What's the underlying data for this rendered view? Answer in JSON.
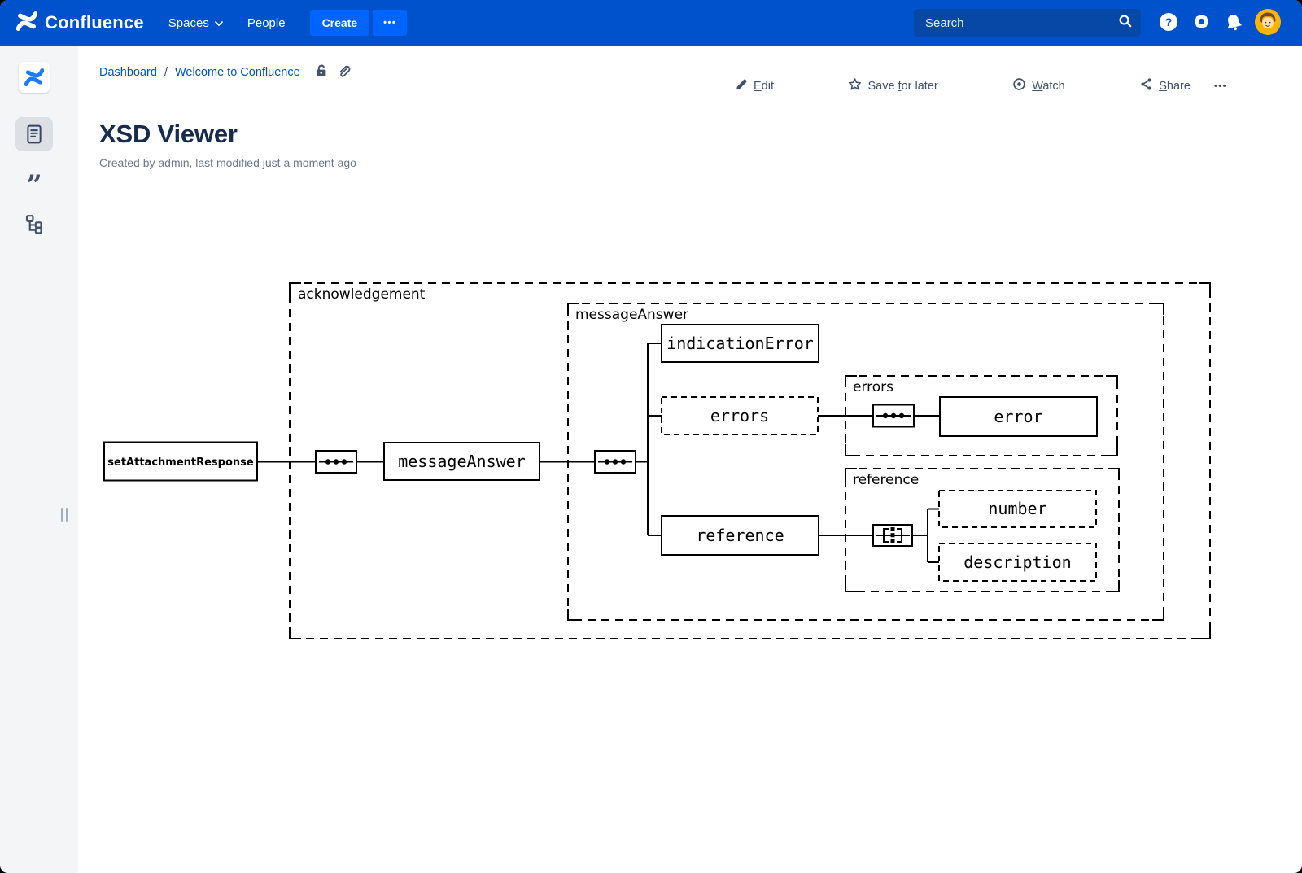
{
  "navbar": {
    "brand": "Confluence",
    "menu": [
      {
        "label": "Spaces"
      },
      {
        "label": "People"
      }
    ],
    "create_label": "Create",
    "search_placeholder": "Search"
  },
  "glyphs": {
    "more": "•••",
    "help": "?",
    "quote": "”"
  },
  "breadcrumb": {
    "items": [
      "Dashboard",
      "Welcome to Confluence"
    ],
    "separator": "/"
  },
  "page": {
    "title": "XSD Viewer",
    "byline": "Created by admin, last modified just a moment ago"
  },
  "actions": {
    "edit": {
      "pre": "",
      "key": "E",
      "post": "dit"
    },
    "save": {
      "pre": "Save ",
      "key": "f",
      "post": "or later"
    },
    "watch": {
      "pre": "",
      "key": "W",
      "post": "atch"
    },
    "share": {
      "pre": "",
      "key": "S",
      "post": "hare"
    }
  },
  "diagram": {
    "containers": [
      {
        "label": "acknowledgement"
      },
      {
        "label": "messageAnswer"
      },
      {
        "label": "errors"
      },
      {
        "label": "reference"
      }
    ],
    "elements": [
      {
        "label": "setAttachmentResponse",
        "style": "solid"
      },
      {
        "label": "messageAnswer",
        "style": "solid"
      },
      {
        "label": "indicationError",
        "style": "solid"
      },
      {
        "label": "errors",
        "style": "dashed"
      },
      {
        "label": "reference",
        "style": "solid"
      },
      {
        "label": "error",
        "style": "solid"
      },
      {
        "label": "number",
        "style": "dashed"
      },
      {
        "label": "description",
        "style": "dashed"
      }
    ],
    "icons": [
      "sequence",
      "sequence",
      "sequence",
      "choice"
    ]
  }
}
